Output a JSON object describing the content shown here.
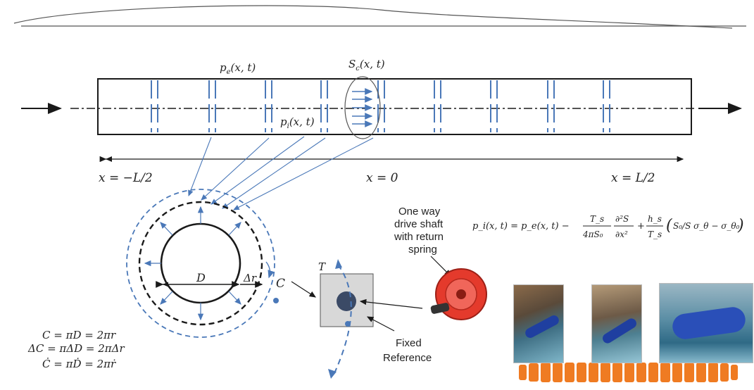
{
  "labels": {
    "pe": "p",
    "pe_sub": "e",
    "pe_args": "(x, t)",
    "pi": "p",
    "pi_sub": "i",
    "pi_args": "(x, t)",
    "sc": "S",
    "sc_sub": "c",
    "sc_args": "(x, t)",
    "x_left": "x = −L/2",
    "x_mid": "x = 0",
    "x_right": "x = L/2",
    "D": "D",
    "dr": "Δr",
    "C": "C",
    "T": "T",
    "shaft_line1": "One way",
    "shaft_line2": "drive shaft",
    "shaft_line3": "with return",
    "shaft_line4": "spring",
    "fixed_line1": "Fixed",
    "fixed_line2": "Reference"
  },
  "equations": {
    "c_line1": "C = πD = 2πr",
    "c_line2": "ΔC = πΔD = 2πΔr",
    "c_line3": "Ċ = πḊ = 2πṙ",
    "main_lhs": "p_i(x, t) = p_e(x, t) −",
    "frac1_num": "T_s",
    "frac1_den": "4πS₀",
    "frac2_num": "∂²S",
    "frac2_den": "∂x²",
    "plus": "+",
    "frac3_num": "h_s",
    "frac3_den": "T_s",
    "paren_term": "S₀/S σ_θ − σ_θ₀"
  },
  "colors": {
    "line": "#1a1a1a",
    "accent_blue": "#4a78b8",
    "orange": "#ef7b22",
    "red_device": "#e43a2c",
    "box_grey": "#d8d8d8",
    "dot": "#3b4a66"
  },
  "icons": [
    "flow-arrow-left",
    "flow-arrow-right",
    "recoil-starter-icon",
    "photo-tank-1",
    "photo-tank-2",
    "photo-tank-3"
  ]
}
